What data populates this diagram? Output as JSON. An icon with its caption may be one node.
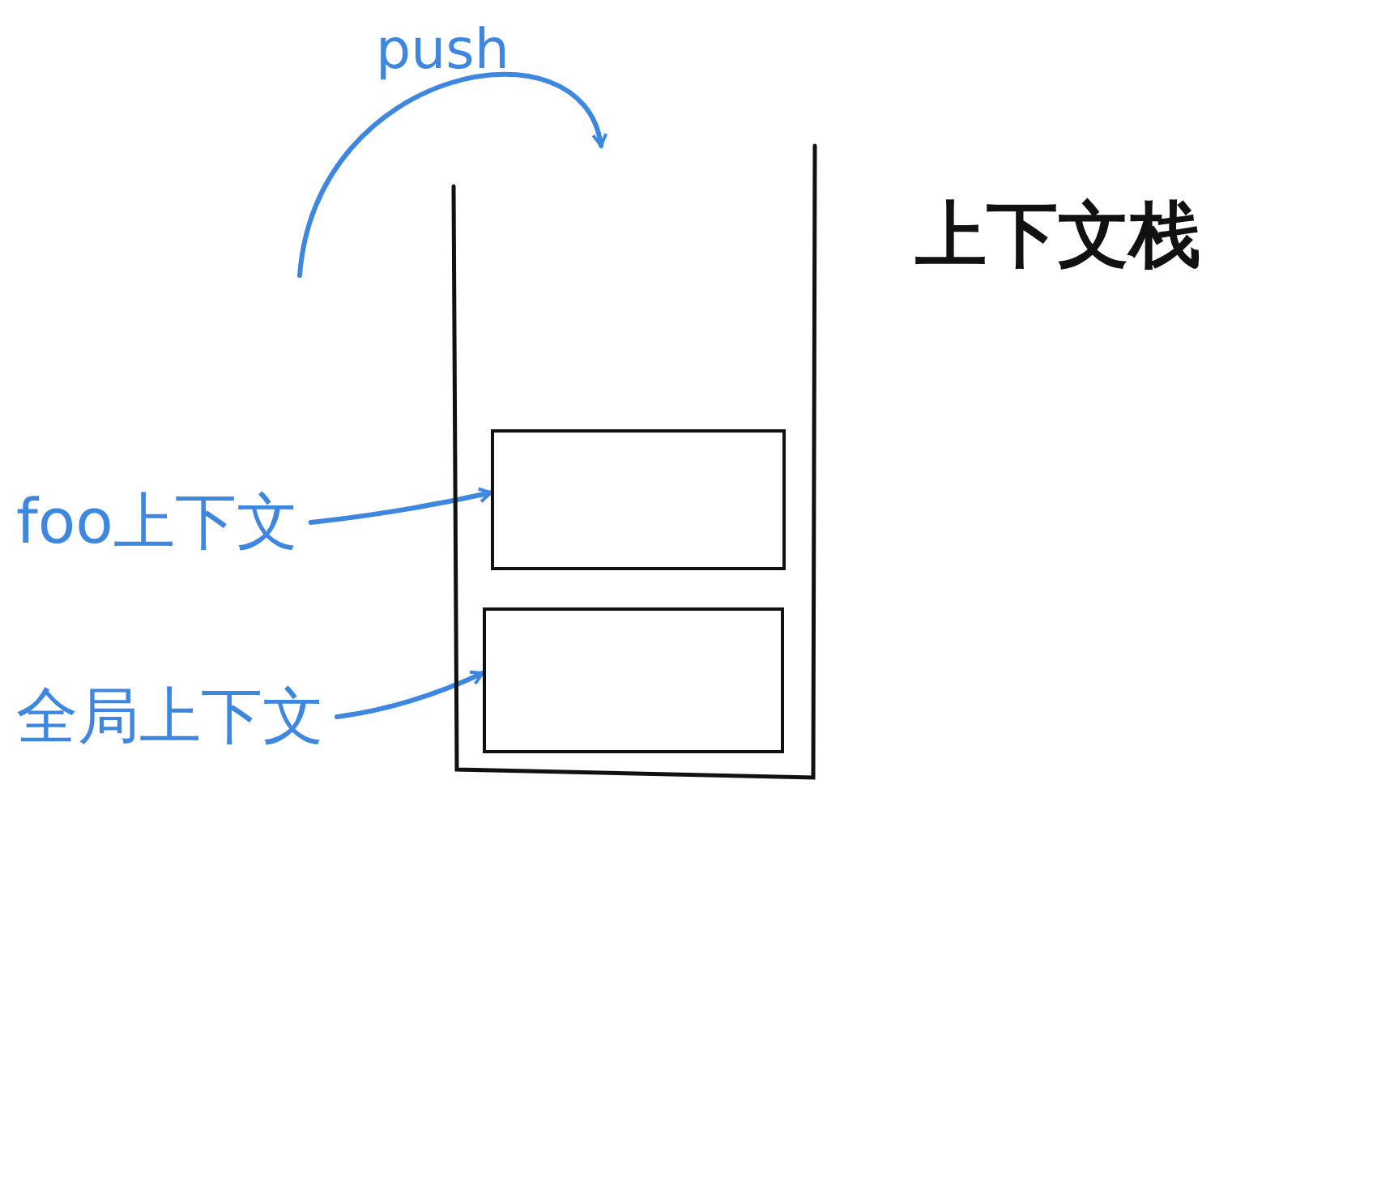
{
  "diagram": {
    "nodes": [
      {
        "text": [
          "上下文栈"
        ]
      },
      {
        "text": [],
        "shape": "box",
        "in": 0
      },
      {
        "text": [],
        "shape": "box",
        "in": 0
      },
      {
        "text": [
          "foo上下文"
        ]
      },
      {
        "text": [
          "全局上下文"
        ]
      }
    ],
    "edges": [
      {
        "from": null,
        "to": 0,
        "arrow": "to",
        "label": "push",
        "color": "#3d87e0"
      },
      {
        "from": 3,
        "to": 1,
        "arrow": "to",
        "color": "#3d87e0"
      },
      {
        "from": 4,
        "to": 2,
        "arrow": "to",
        "color": "#3d87e0"
      }
    ]
  }
}
